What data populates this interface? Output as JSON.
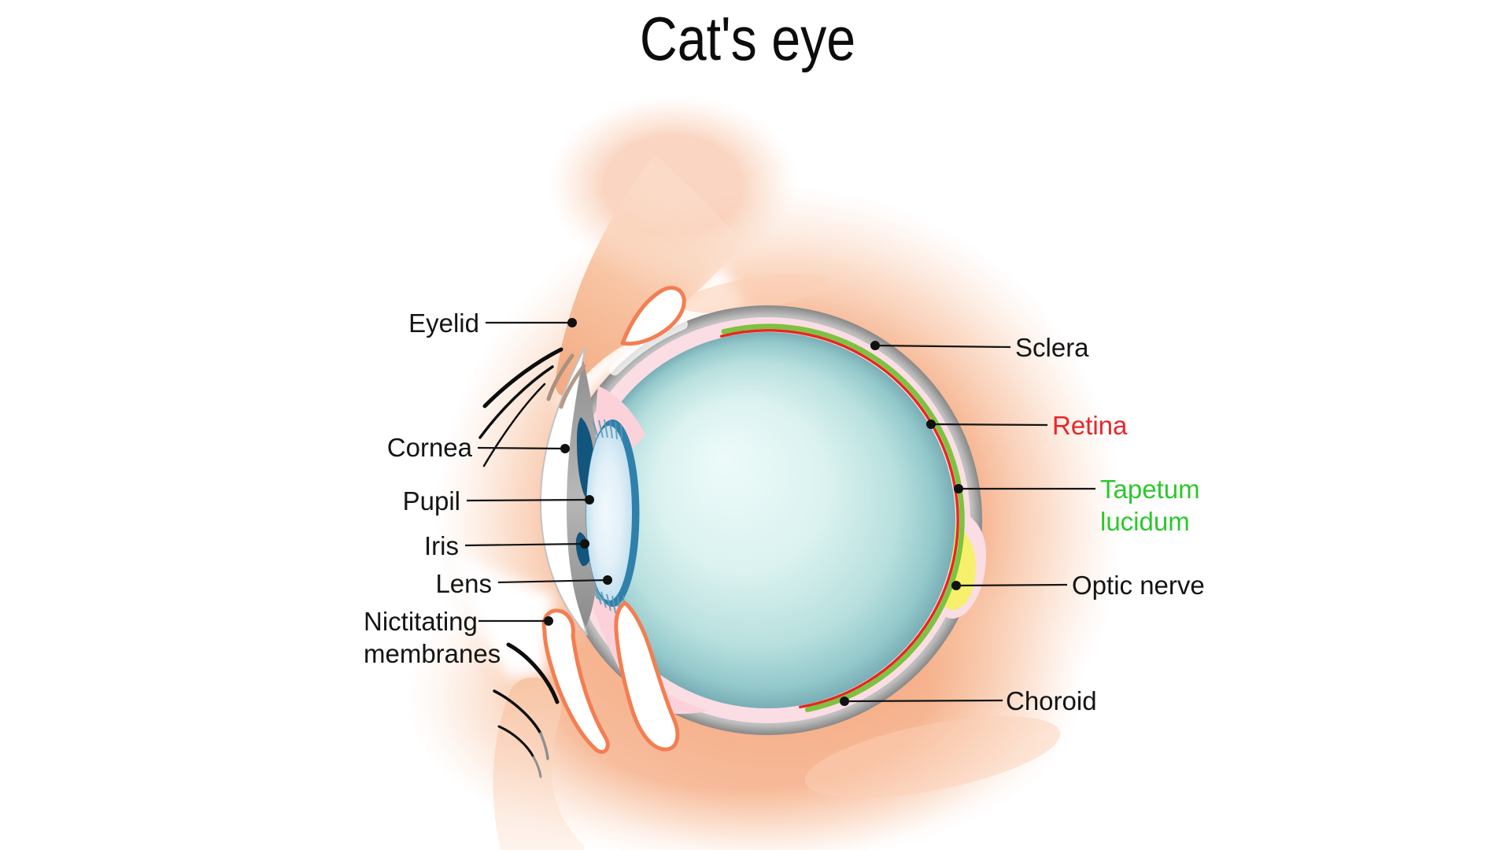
{
  "title": "Cat's eye",
  "labels": {
    "eyelid": {
      "text": "Eyelid"
    },
    "cornea": {
      "text": "Cornea"
    },
    "pupil": {
      "text": "Pupil"
    },
    "iris": {
      "text": "Iris"
    },
    "lens": {
      "text": "Lens"
    },
    "nictitating": {
      "line1": "Nictitating",
      "line2": "membranes"
    },
    "sclera": {
      "text": "Sclera"
    },
    "retina": {
      "text": "Retina",
      "color": "#e8262a"
    },
    "tapetum": {
      "line1": "Tapetum",
      "line2": "lucidum",
      "color": "#2cc82c"
    },
    "optic_nerve": {
      "text": "Optic nerve"
    },
    "choroid": {
      "text": "Choroid"
    }
  },
  "colors": {
    "glow_peach": "#f5ad86",
    "eyelid_peach": "#f3ac84",
    "membrane_outline": "#f37e52",
    "sclera_gray": "#8e8e8e",
    "choroid_pink": "#fbdde4",
    "tapetum_green": "#7dc241",
    "retina_red": "#e5281e",
    "optic_nerve_yellow": "#f7f06d",
    "vitreous_teal": "#74adb5",
    "iris_blue": "#12557d",
    "lens_blue": "#2f81ab",
    "label_text": "#141414"
  }
}
